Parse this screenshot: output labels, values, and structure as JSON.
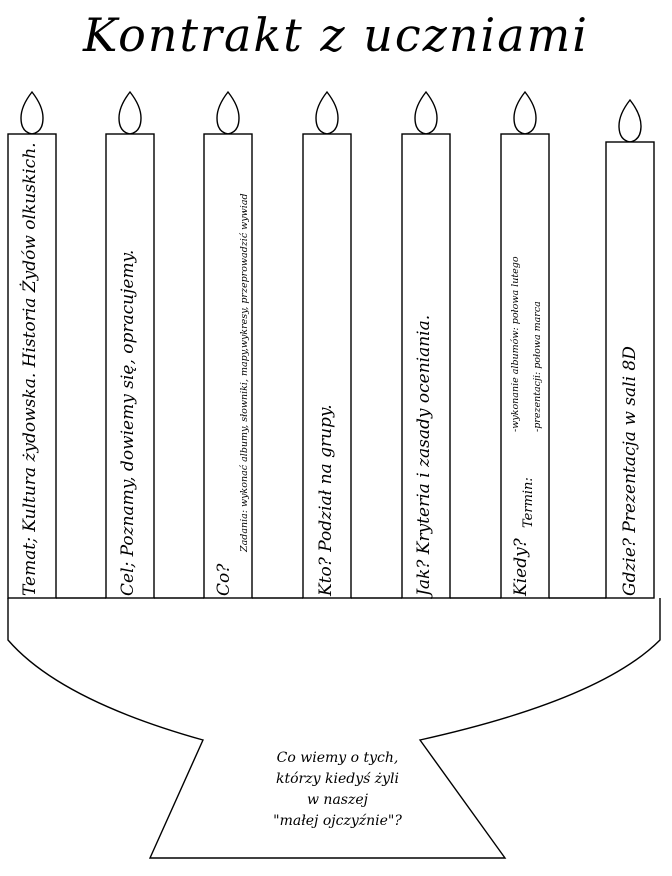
{
  "title": "Kontrakt z uczniami",
  "candles": [
    {
      "main": "Temat; Kultura żydowska. Historia Żydów olkuskich."
    },
    {
      "main": "Cel; Poznamy, dowiemy się, opracujemy."
    },
    {
      "main": "Co?",
      "detail": "Zadania: wykonać albumy, słowniki, mapy,wykresy, przeprowadzić wywiad"
    },
    {
      "main": "Kto? Podział na grupy."
    },
    {
      "main": "Jak? Kryteria i zasady oceniania."
    },
    {
      "main": "Kiedy?",
      "label": "Termin:",
      "line1": "-wykonanie albumów: połowa lutego",
      "line2": "-prezentacji: połowa marca"
    },
    {
      "main": "Gdzie? Prezentacja w sali 8D"
    }
  ],
  "base_lines": [
    "Co wiemy o tych,",
    "którzy kiedyś żyli",
    "w naszej",
    "\"małej ojczyźnie\"?"
  ]
}
